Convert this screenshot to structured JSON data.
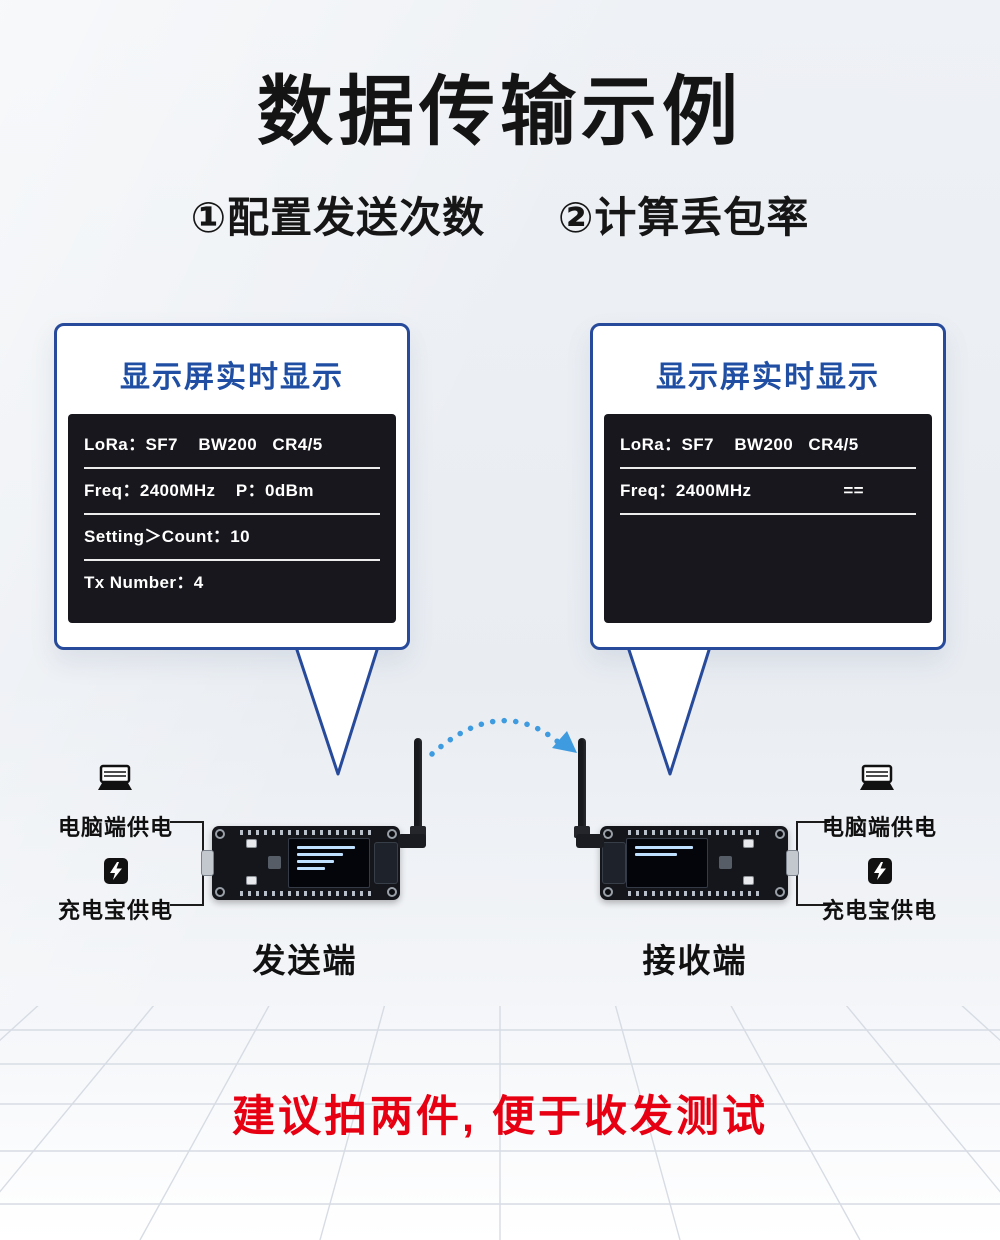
{
  "page": {
    "title": "数据传输示例",
    "subtitle": {
      "step1": "①配置发送次数",
      "step2": "②计算丢包率"
    },
    "bottom_note": "建议拍两件, 便于收发测试"
  },
  "colors": {
    "accent_blue": "#274a9b",
    "header_blue": "#1f4ea3",
    "screen_bg": "#17171d",
    "note_red": "#e60012",
    "arc_blue": "#3f9be0"
  },
  "transmitter": {
    "callout_title": "显示屏实时显示",
    "screen": {
      "line1": "LoRa：SF7    BW200   CR4/5",
      "line2": "Freq：2400MHz    P：0dBm",
      "line3": "Setting＞Count：10",
      "line4": "Tx Number：4"
    },
    "labels": {
      "pc_power": "电脑端供电",
      "powerbank_power": "充电宝供电"
    },
    "caption": "发送端"
  },
  "receiver": {
    "callout_title": "显示屏实时显示",
    "screen": {
      "line1": "LoRa：SF7    BW200   CR4/5",
      "line2": "Freq：2400MHz",
      "line2_right": "=="
    },
    "labels": {
      "pc_power": "电脑端供电",
      "powerbank_power": "充电宝供电"
    },
    "caption": "接收端"
  }
}
